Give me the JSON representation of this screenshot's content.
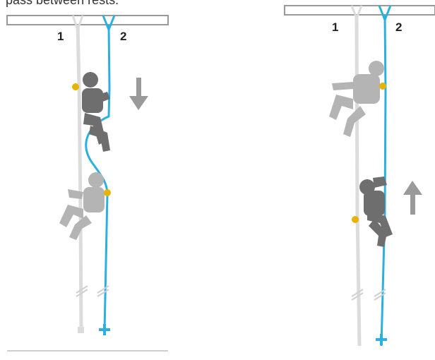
{
  "caption_fragment": "pass between rests.",
  "panels": [
    {
      "id": "left",
      "rope_labels": [
        "1",
        "2"
      ],
      "direction_arrow": "down-arrow-icon",
      "figures": [
        "climber-upper",
        "climber-lower"
      ]
    },
    {
      "id": "right",
      "rope_labels": [
        "1",
        "2"
      ],
      "direction_arrow": "up-arrow-icon",
      "figures": [
        "climber-upper",
        "climber-lower"
      ]
    }
  ],
  "colors": {
    "rope_active": "#2bb0e0",
    "rope_passive": "#dcdcdc",
    "figure_dark": "#6e6e6e",
    "figure_light": "#b4b4b4",
    "device": "#e6b400",
    "arrow": "#9a9a9a",
    "beam": "#999999"
  }
}
